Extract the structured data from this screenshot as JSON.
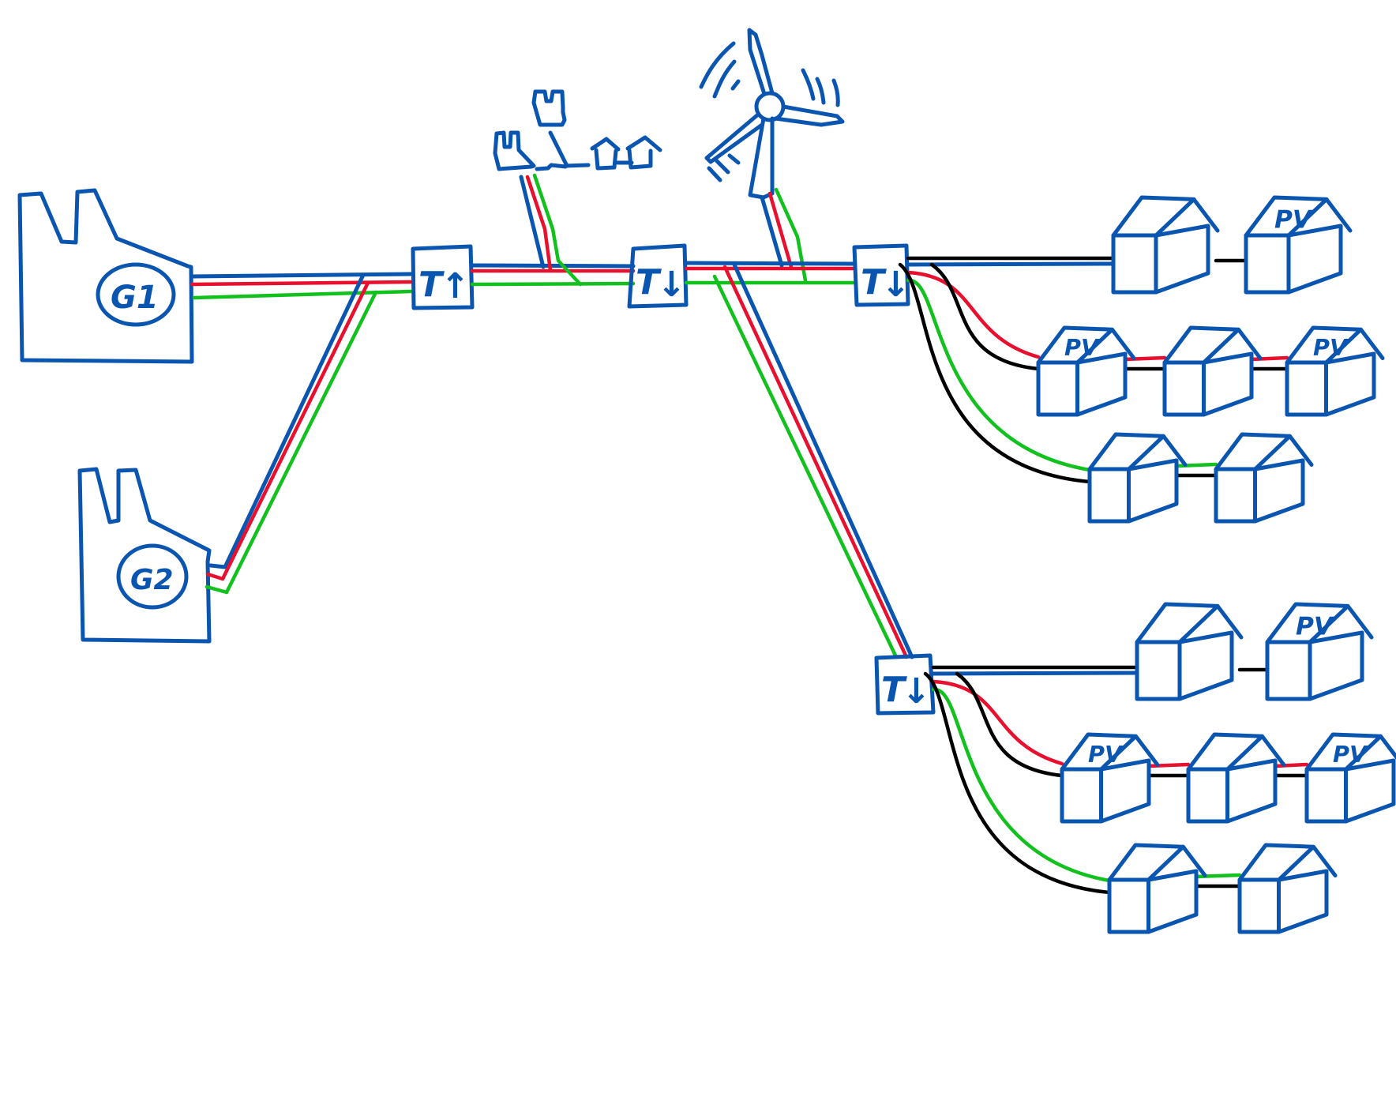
{
  "diagram": {
    "title": "Power grid sketch: generators, transformers, wind turbine, consumers",
    "colors": {
      "line_blue": "#0a55b0",
      "phase_red": "#e8102e",
      "phase_green": "#12c01e",
      "neutral_black": "#000000"
    },
    "generators": [
      {
        "id": "G1",
        "label": "G1"
      },
      {
        "id": "G2",
        "label": "G2"
      }
    ],
    "transformers": [
      {
        "id": "T1",
        "label": "T",
        "arrow": "↑",
        "type": "step-up"
      },
      {
        "id": "T2",
        "label": "T",
        "arrow": "↓",
        "type": "step-down"
      },
      {
        "id": "T3",
        "label": "T",
        "arrow": "↓",
        "type": "step-down"
      },
      {
        "id": "T4",
        "label": "T",
        "arrow": "↓",
        "type": "step-down"
      }
    ],
    "wind_turbine": {
      "label": "wind turbine"
    },
    "industrial_consumers": {
      "label": "factories and houses"
    },
    "pv_label": "PV",
    "districts": [
      {
        "transformer": "T3",
        "rows": [
          {
            "phase": "blue+black",
            "houses": [
              {
                "pv": false
              },
              {
                "pv": true
              }
            ]
          },
          {
            "phase": "red+black",
            "houses": [
              {
                "pv": true
              },
              {
                "pv": false
              },
              {
                "pv": true
              }
            ]
          },
          {
            "phase": "green+black",
            "houses": [
              {
                "pv": false
              },
              {
                "pv": false
              }
            ]
          }
        ]
      },
      {
        "transformer": "T4",
        "rows": [
          {
            "phase": "blue+black",
            "houses": [
              {
                "pv": false
              },
              {
                "pv": true
              }
            ]
          },
          {
            "phase": "red+black",
            "houses": [
              {
                "pv": true
              },
              {
                "pv": false
              },
              {
                "pv": true
              }
            ]
          },
          {
            "phase": "green+black",
            "houses": [
              {
                "pv": false
              },
              {
                "pv": false
              }
            ]
          }
        ]
      }
    ]
  }
}
